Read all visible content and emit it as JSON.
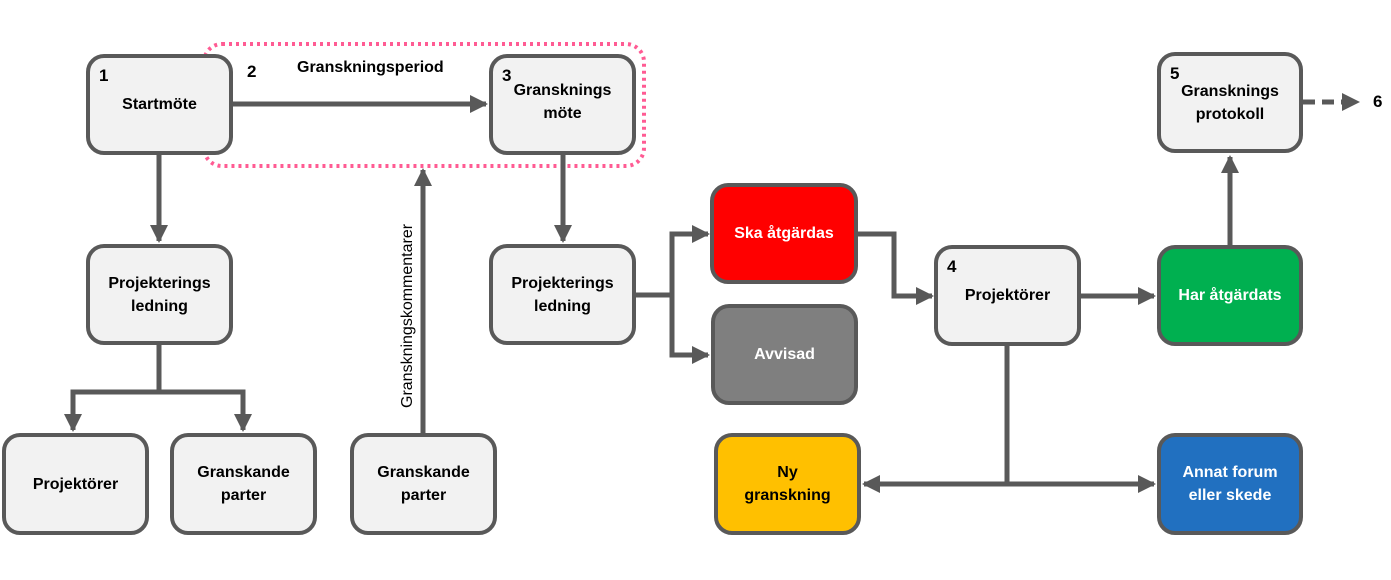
{
  "diagram": {
    "colors": {
      "line": "#595959",
      "box_default": "#f2f2f2",
      "highlight_border": "#ff5b93",
      "red": "#ff0000",
      "gray": "#7f7f7f",
      "green": "#00b050",
      "yellow": "#ffc000",
      "blue": "#2170c0"
    },
    "nodes": {
      "startmote": {
        "num": "1",
        "label": "Startmöte"
      },
      "granskningsmote": {
        "num": "3",
        "label": "Gransknings\nmöte"
      },
      "protokoll": {
        "num": "5",
        "label": "Gransknings\nprotokoll"
      },
      "pl_left": {
        "label": "Projekterings\nledning"
      },
      "projektorer_left": {
        "label": "Projektörer"
      },
      "granskande_left": {
        "label": "Granskande\nparter"
      },
      "granskande_mid": {
        "label": "Granskande\nparter"
      },
      "pl_mid": {
        "label": "Projekterings\nledning"
      },
      "ska_atgardas": {
        "label": "Ska åtgärdas"
      },
      "avvisad": {
        "label": "Avvisad"
      },
      "projektorer_4": {
        "num": "4",
        "label": "Projektörer"
      },
      "har_atgardats": {
        "label": "Har åtgärdats"
      },
      "ny_granskning": {
        "label": "Ny\ngranskning"
      },
      "annat_forum": {
        "label": "Annat forum\neller skede"
      }
    },
    "labels": {
      "step2": "2",
      "period": "Granskningsperiod",
      "comments": "Granskningskommentarer",
      "step6": "6"
    }
  }
}
